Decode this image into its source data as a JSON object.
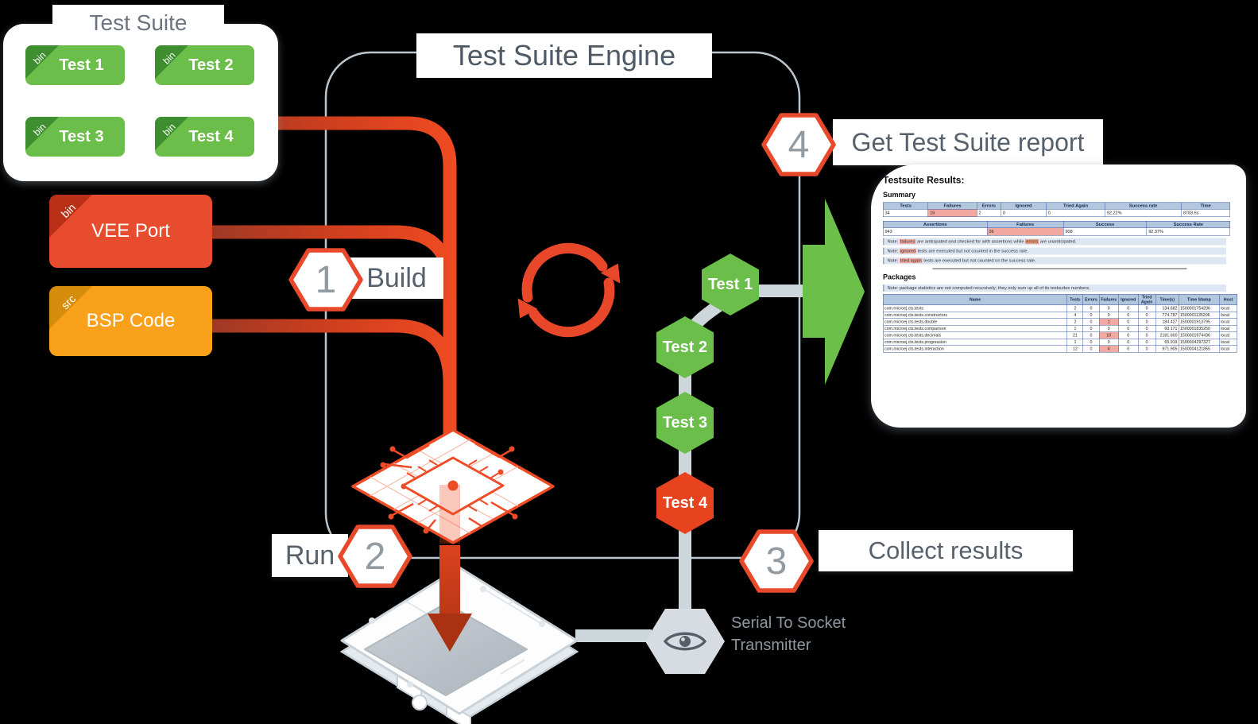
{
  "diagram": {
    "test_suite": {
      "title": "Test Suite",
      "items": [
        {
          "label": "Test 1",
          "tag": "bin"
        },
        {
          "label": "Test 2",
          "tag": "bin"
        },
        {
          "label": "Test 3",
          "tag": "bin"
        },
        {
          "label": "Test 4",
          "tag": "bin"
        }
      ]
    },
    "vee_port": {
      "label": "VEE Port",
      "tag": "bin"
    },
    "bsp_code": {
      "label": "BSP Code",
      "tag": "src"
    },
    "engine_title": "Test Suite Engine",
    "steps": {
      "s1": {
        "num": "1",
        "label": "Build"
      },
      "s2": {
        "num": "2",
        "label": "Run"
      },
      "s3": {
        "num": "3",
        "label": "Collect results"
      },
      "s4": {
        "num": "4",
        "label": "Get Test Suite report"
      }
    },
    "chain": [
      {
        "label": "Test 1"
      },
      {
        "label": "Test 2"
      },
      {
        "label": "Test 3"
      },
      {
        "label": "Test 4"
      }
    ],
    "transmitter": {
      "line1": "Serial To Socket",
      "line2": "Transmitter"
    }
  },
  "report": {
    "title": "Testsuite Results:",
    "summary_heading": "Summary",
    "summary_table": {
      "headers": [
        "Tests",
        "Failures",
        "Errors",
        "Ignored",
        "Tried Again",
        "Success rate",
        "Time"
      ],
      "values": [
        "34",
        "16",
        "2",
        "0",
        "0",
        "92.22%",
        "8783.6s"
      ]
    },
    "assertions_table": {
      "headers": [
        "Assertions",
        "Failures",
        "Success",
        "Success Rate"
      ],
      "values": [
        "943",
        "26",
        "908",
        "92.37%"
      ]
    },
    "notes": {
      "n1": {
        "p0": "Note: ",
        "p1": "failures",
        "p2": " are anticipated and checked for with assertions while ",
        "p3": "errors",
        "p4": " are unanticipated."
      },
      "n2": {
        "p0": "Note: ",
        "p1": "ignored",
        "p2": " tests are executed but not counted in the success rate."
      },
      "n3": {
        "p0": "Note: ",
        "p1": "tried again",
        "p2": " tests are executed but not counted on the success rate."
      }
    },
    "packages_heading": "Packages",
    "packages_note": "Note: package statistics are not computed recursively; they only sum up all of its testsuites numbers.",
    "packages_table": {
      "headers": [
        "Name",
        "Tests",
        "Errors",
        "Failures",
        "Ignored",
        "Tried Again",
        "Time(s)",
        "Time Stamp",
        "Host"
      ],
      "rows": [
        [
          "com.microej.cts.tests",
          "2",
          "0",
          "0",
          "0",
          "0",
          "134.682",
          "1500001754206",
          "local"
        ],
        [
          "com.microej.cts.tests.constructors",
          "4",
          "0",
          "0",
          "0",
          "0",
          "774.787",
          "1500001135206",
          "local"
        ],
        [
          "com.microej.cts.tests.double",
          "2",
          "0",
          "1",
          "0",
          "0",
          "184.427",
          "1500001913795",
          "local"
        ],
        [
          "com.microej.cts.tests.comparison",
          "1",
          "0",
          "0",
          "0",
          "0",
          "60.171",
          "1500001835250",
          "local"
        ],
        [
          "com.microej.cts.tests.decimals",
          "21",
          "0",
          "10",
          "0",
          "0",
          "2181.600",
          "1500001974436",
          "local"
        ],
        [
          "com.microej.cts.tests.progression",
          "1",
          "0",
          "0",
          "0",
          "0",
          "65.919",
          "1500004297327",
          "local"
        ],
        [
          "com.microej.cts.tests.interaction",
          "12",
          "0",
          "4",
          "0",
          "0",
          "971.905",
          "1500004121855",
          "local"
        ]
      ]
    }
  },
  "colors": {
    "green": "#6abe49",
    "dark_green": "#3e8e2f",
    "red": "#e8472a",
    "orange": "#f9a11b",
    "pipe_gray": "#cdd6db"
  }
}
